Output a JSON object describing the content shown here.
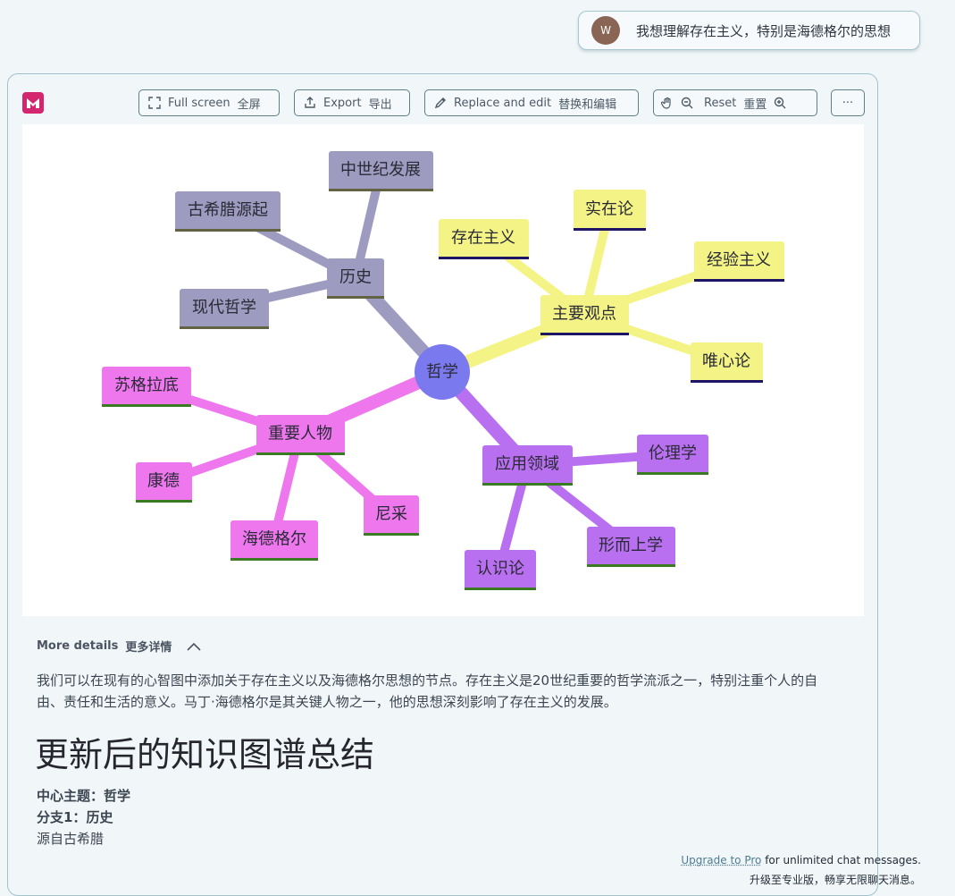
{
  "user_message": {
    "avatar_initial": "W",
    "text": "我想理解存在主义，特别是海德格尔的思想"
  },
  "toolbar": {
    "fullscreen_label": "Full screen",
    "fullscreen_zh": "全屏",
    "export_label": "Export",
    "export_zh": "导出",
    "replace_label": "Replace and edit",
    "replace_zh": "替换和编辑",
    "reset_label": "Reset",
    "reset_zh": "重置",
    "more_label": "···"
  },
  "mindmap": {
    "center": "哲学",
    "colors": {
      "history": "#9d9bbf",
      "views": "#f4f486",
      "people": "#ee77ee",
      "apps": "#b970f0",
      "center": "#7a79ee"
    },
    "history": {
      "label": "历史",
      "children": [
        "中世纪发展",
        "古希腊源起",
        "现代哲学"
      ]
    },
    "views": {
      "label": "主要观点",
      "children": [
        "实在论",
        "存在主义",
        "经验主义",
        "唯心论"
      ]
    },
    "people": {
      "label": "重要人物",
      "children": [
        "苏格拉底",
        "康德",
        "海德格尔",
        "尼采"
      ]
    },
    "apps": {
      "label": "应用领域",
      "children": [
        "伦理学",
        "形而上学",
        "认识论"
      ]
    }
  },
  "details": {
    "toggle_label": "More details",
    "toggle_zh": "更多详情",
    "paragraph": "我们可以在现有的心智图中添加关于存在主义以及海德格尔思想的节点。存在主义是20世纪重要的哲学流派之一，特别注重个人的自由、责任和生活的意义。马丁·海德格尔是其关键人物之一，他的思想深刻影响了存在主义的发展。",
    "heading": "更新后的知识图谱总结",
    "summary_lines": [
      {
        "label": "中心主题：",
        "value": "哲学",
        "bold": true
      },
      {
        "label": "分支1：",
        "value": "历史",
        "bold": true
      },
      {
        "label": "",
        "value": "源自古希腊",
        "bold": false
      }
    ]
  },
  "footer": {
    "upgrade_link": "Upgrade to Pro",
    "upgrade_text": " for unlimited chat messages.",
    "upgrade_zh": "升级至专业版，畅享无限聊天消息。"
  }
}
